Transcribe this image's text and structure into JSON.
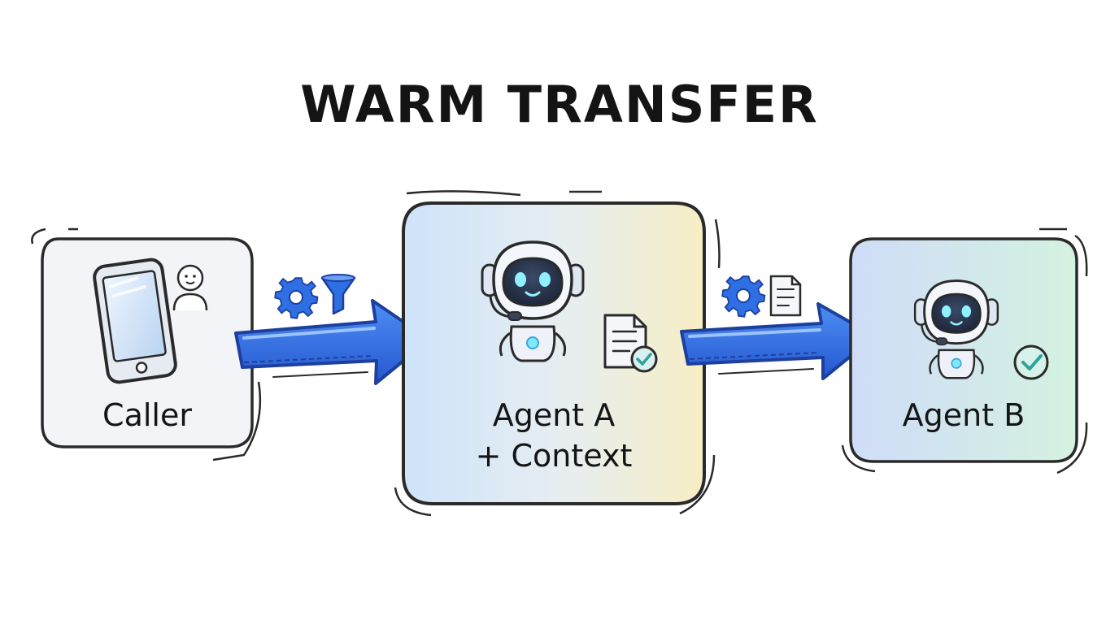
{
  "title": "WARM TRANSFER",
  "nodes": [
    {
      "id": "caller",
      "label": "Caller",
      "icons": [
        "smartphone-icon",
        "person-icon"
      ]
    },
    {
      "id": "agent-a",
      "label_line1": "Agent A",
      "label_line2": "+ Context",
      "icons": [
        "robot-agent-icon",
        "document-check-icon"
      ]
    },
    {
      "id": "agent-b",
      "label": "Agent B",
      "icons": [
        "robot-agent-icon",
        "check-circle-icon"
      ]
    }
  ],
  "edges": [
    {
      "from": "caller",
      "to": "agent-a",
      "icons": [
        "gear-icon",
        "funnel-icon"
      ]
    },
    {
      "from": "agent-a",
      "to": "agent-b",
      "icons": [
        "gear-icon",
        "document-icon"
      ]
    }
  ],
  "colors": {
    "arrow": "#2f6fe4",
    "arrow_dark": "#1d3f9e",
    "outline": "#2a2a2a",
    "caller_fill": "#f2f4f8",
    "agent_a_fill_start": "#cfe3fb",
    "agent_a_fill_end": "#f8eec4",
    "agent_b_fill_start": "#cfdcf8",
    "agent_b_fill_end": "#d4f2e0",
    "accent_teal": "#2fa39a",
    "eye_glow": "#8ff0ff"
  }
}
